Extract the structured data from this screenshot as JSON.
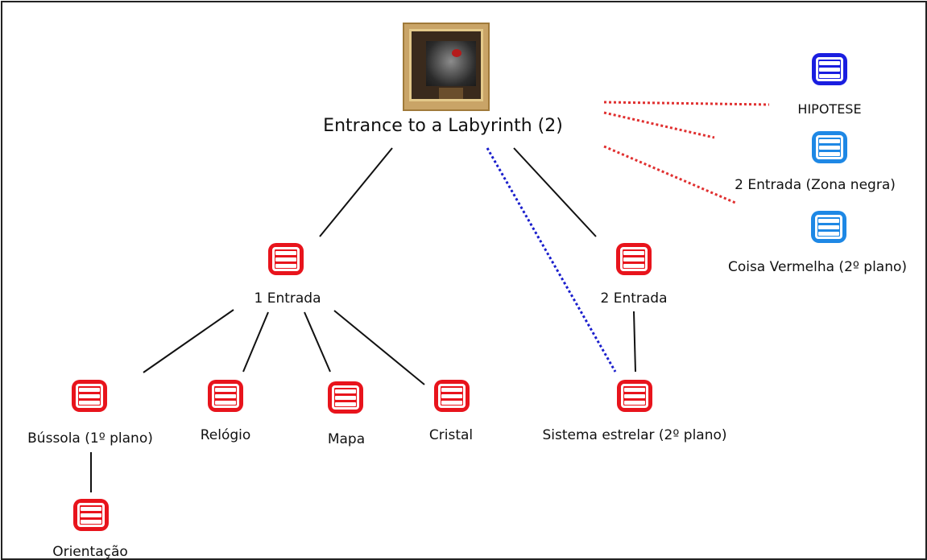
{
  "root": {
    "title": "Entrance to a Labyrinth (2)",
    "image": "artwork-thumbnail"
  },
  "colors": {
    "red": "#e8141c",
    "blue_dark": "#1a1ee0",
    "blue_light": "#1e88e5",
    "link_black": "#111111",
    "dotted_red": "#e03030",
    "dotted_blue": "#1a1ecc"
  },
  "nodes": {
    "entrada1": "1 Entrada",
    "entrada2": "2 Entrada",
    "bussola": "Bússola (1º plano)",
    "relogio": "Relógio",
    "mapa": "Mapa",
    "cristal": "Cristal",
    "sistema": "Sistema estrelar (2º plano)",
    "orientacao": "Orientação",
    "hipotese": "HIPOTESE",
    "zona_negra": "2 Entrada (Zona negra)",
    "coisa_vermelha": "Coisa Vermelha (2º plano)"
  }
}
